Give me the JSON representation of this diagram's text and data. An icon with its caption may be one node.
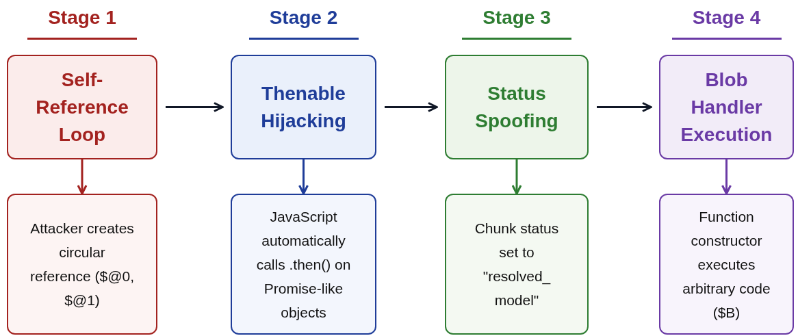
{
  "diagram": {
    "nodes": [
      {
        "text": [
          "Self- Reference Loop"
        ]
      },
      {
        "text": [
          "Thenable Hijacking"
        ]
      },
      {
        "text": [
          "Status Spoofing"
        ]
      },
      {
        "text": [
          "Blob Handler Execution"
        ]
      },
      {
        "text": [
          "Attacker creates circular reference ($@0, $@1)"
        ]
      },
      {
        "text": [
          "JavaScript automatically calls .then() on Promise-like objects"
        ]
      },
      {
        "text": [
          "Chunk status set to \"resolved_ model\""
        ]
      },
      {
        "text": [
          "Function constructor executes arbitrary code ($B)"
        ]
      }
    ],
    "edges": [
      {
        "from": 0,
        "to": 1,
        "arrow": "to"
      },
      {
        "from": 1,
        "to": 2,
        "arrow": "to"
      },
      {
        "from": 2,
        "to": 3,
        "arrow": "to"
      },
      {
        "from": 0,
        "to": 4,
        "arrow": "to",
        "color": "#a3221f"
      },
      {
        "from": 1,
        "to": 5,
        "arrow": "to",
        "color": "#1f3d99"
      },
      {
        "from": 2,
        "to": 6,
        "arrow": "to",
        "color": "#2e7d32"
      },
      {
        "from": 3,
        "to": 7,
        "arrow": "to",
        "color": "#6a3aa5"
      }
    ],
    "labels": [
      "Stage 1",
      "Stage 2",
      "Stage 3",
      "Stage 4"
    ]
  }
}
